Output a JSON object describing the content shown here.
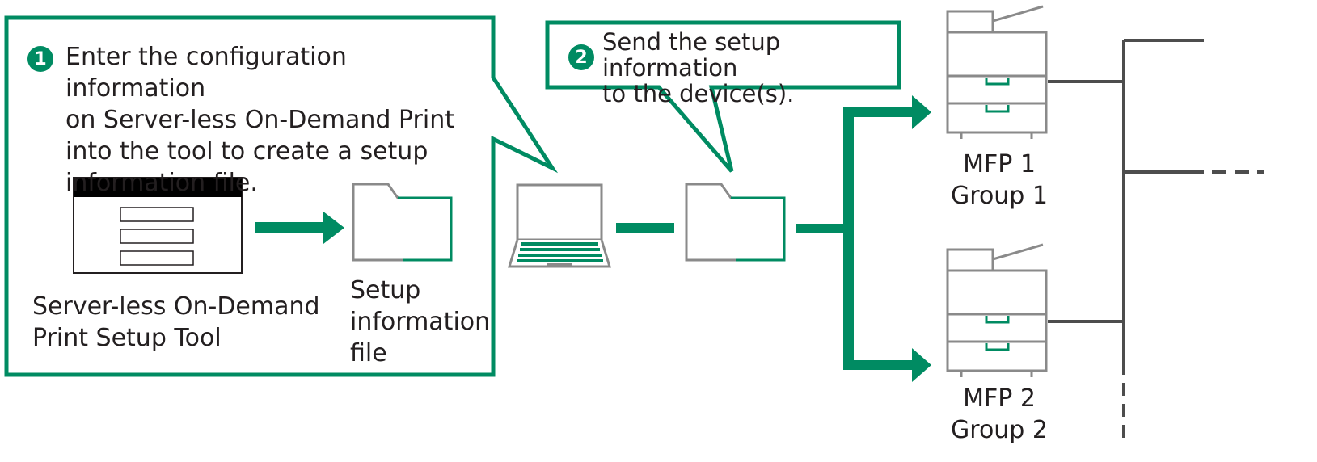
{
  "colors": {
    "accent": "#008b62",
    "line_gray": "#8a8a8a",
    "dark_gray": "#4d4d4d",
    "text": "#231f20"
  },
  "step1": {
    "number": "1",
    "text": "Enter the configuration information\non Server-less On-Demand Print\ninto the tool to create a setup\ninformation file."
  },
  "step2": {
    "number": "2",
    "text": "Send the setup information\nto the device(s)."
  },
  "tool_label": "Server-less On-Demand\nPrint Setup Tool",
  "file_label": "Setup\ninformation\nfile",
  "mfp1": {
    "name": "MFP 1",
    "group": "Group 1"
  },
  "mfp2": {
    "name": "MFP 2",
    "group": "Group 2"
  },
  "icons": [
    "tool-window-icon",
    "folder-icon",
    "laptop-icon",
    "folder-icon",
    "mfp-icon",
    "mfp-icon"
  ]
}
